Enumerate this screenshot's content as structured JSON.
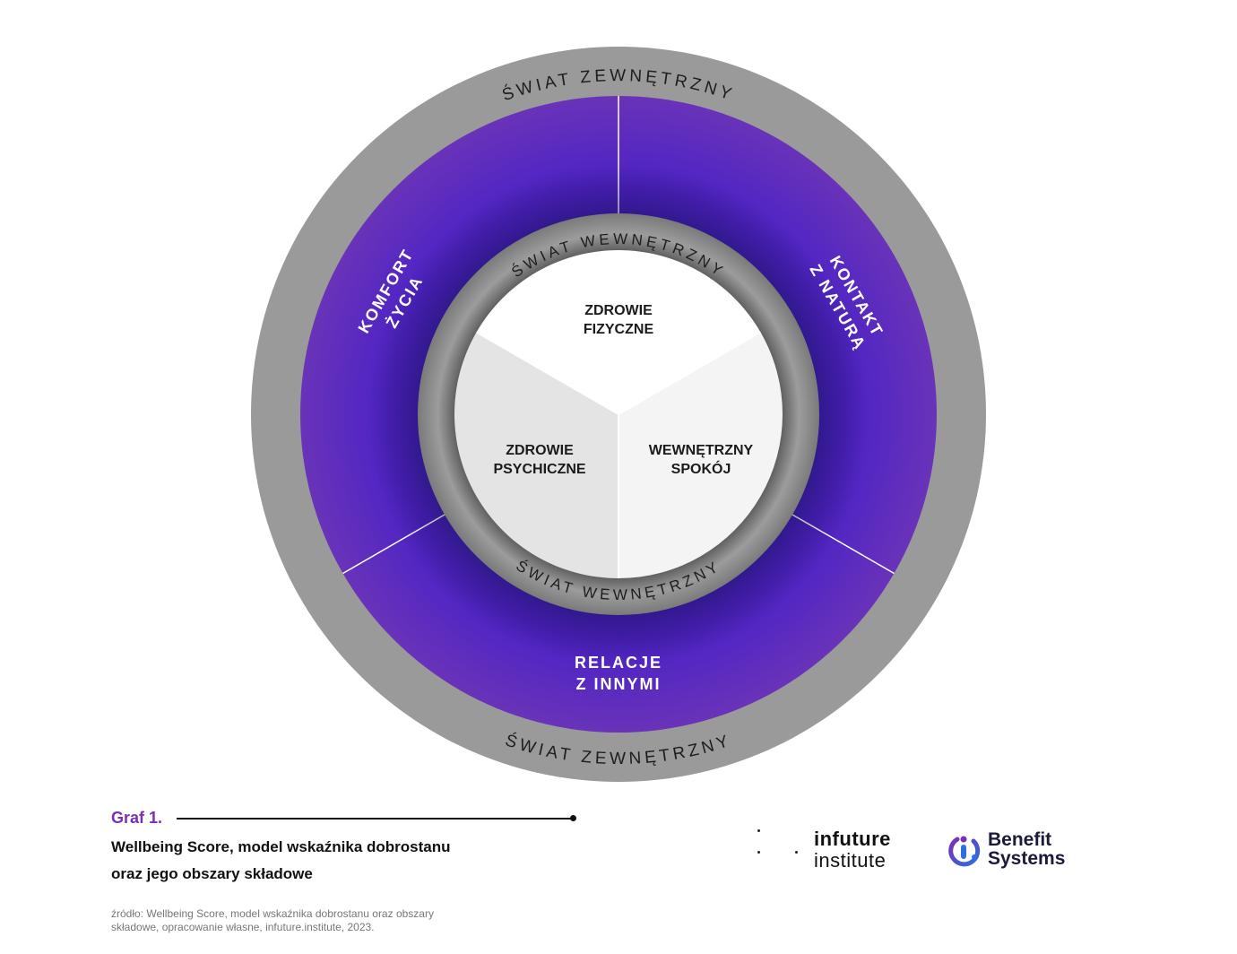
{
  "diagram": {
    "outer_ring_labels": [
      "ŚWIAT ZEWNĘTRZNY",
      "ŚWIAT ZEWNĘTRZNY"
    ],
    "inner_ring_labels": [
      "ŚWIAT WEWNĘTRZNY",
      "ŚWIAT WEWNĘTRZNY"
    ],
    "outer_segments": [
      {
        "lines": [
          "KOMFORT",
          "ŻYCIA"
        ]
      },
      {
        "lines": [
          "KONTAKT",
          "Z NATURĄ"
        ]
      },
      {
        "lines": [
          "RELACJE",
          "Z INNYMI"
        ]
      }
    ],
    "center_segments": [
      {
        "lines": [
          "ZDROWIE",
          "FIZYCZNE"
        ]
      },
      {
        "lines": [
          "WEWNĘTRZNY",
          "SPOKÓJ"
        ]
      },
      {
        "lines": [
          "ZDROWIE",
          "PSYCHICZNE"
        ]
      }
    ],
    "colors": {
      "outer_ring": "#9a9a9a",
      "segment_blue": "#3a27d4",
      "segment_purple": "#5b16ad",
      "segment_violet": "#6a34b8",
      "center_top": "#ffffff",
      "center_right": "#f4f4f4",
      "center_left": "#e4e4e4"
    }
  },
  "caption": {
    "label": "Graf 1.",
    "title_lines": [
      "Wellbeing Score, model wskaźnika dobrostanu",
      "oraz jego obszary składowe"
    ]
  },
  "source_lines": [
    "źródło: Wellbeing Score, model wskaźnika dobrostanu oraz obszary",
    "składowe, opracowanie własne, infuture.institute, 2023."
  ],
  "logos": {
    "infuture": [
      "infuture",
      "institute"
    ],
    "benefit": [
      "Benefit",
      "Systems"
    ],
    "accent": "#7a2fb3"
  }
}
